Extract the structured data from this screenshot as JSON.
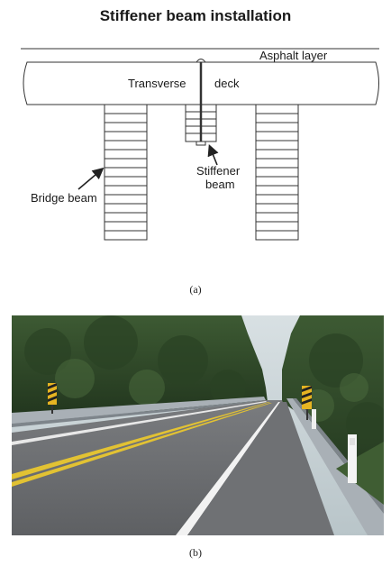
{
  "diagram": {
    "title": "Stiffener beam installation",
    "labels": {
      "asphalt": "Asphalt layer",
      "transverse": "Transverse",
      "deck": "deck",
      "bridge_beam": "Bridge beam",
      "stiffener_line1": "Stiffener",
      "stiffener_line2": "beam"
    }
  },
  "captions": {
    "a": "(a)",
    "b": "(b)"
  },
  "photo": {
    "colors": {
      "sky": "#c9d3d6",
      "forest": "#2f4a28",
      "asphalt": "#6b6d70",
      "center_line": "#e2c233",
      "edge_line": "#f2f2f2",
      "guardrail": "#a9b0b6",
      "warning_sign": "#e6b422"
    }
  }
}
